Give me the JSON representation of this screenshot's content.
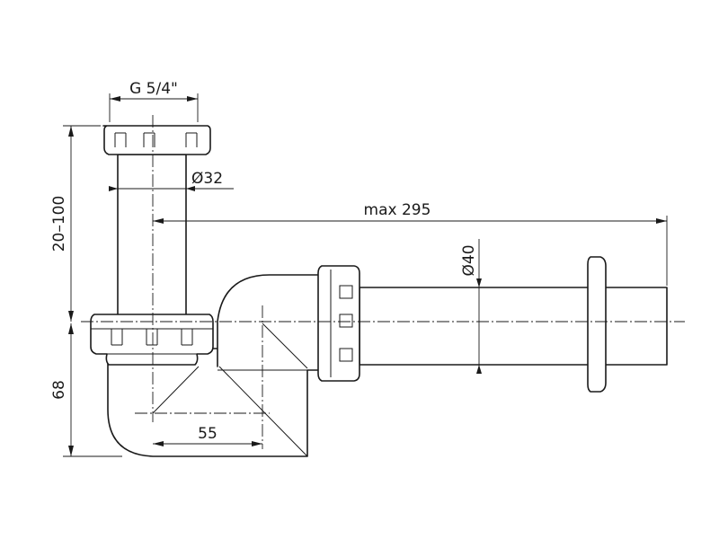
{
  "dimensions": {
    "thread": "G 5/4\"",
    "tube_diameter": "Ø32",
    "height_range": "20–100",
    "max_length": "max 295",
    "outlet_diameter": "Ø40",
    "trap_depth": "68",
    "offset": "55"
  },
  "colors": {
    "line": "#1a1a1a",
    "background": "#ffffff"
  }
}
